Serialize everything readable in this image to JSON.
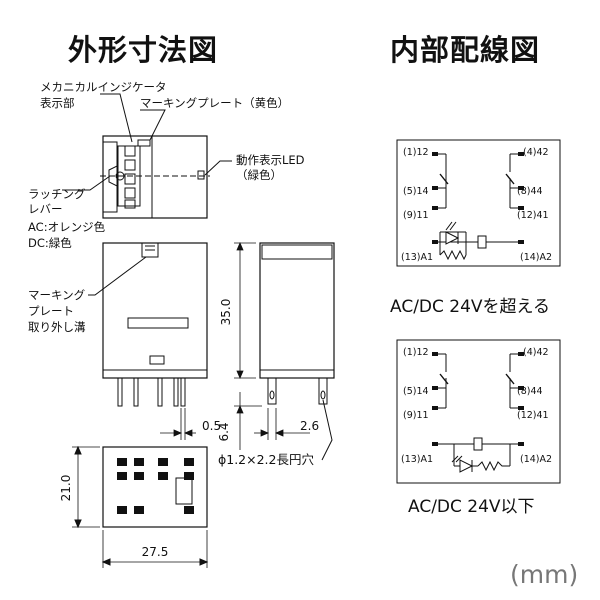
{
  "titles": {
    "outline": "外形寸法図",
    "internal": "内部配線図"
  },
  "labels": {
    "indicator_line1": "メカニカルインジケータ",
    "indicator_line2": "表示部",
    "marking_plate_top": "マーキングプレート（黄色）",
    "led_line1": "動作表示LED",
    "led_line2": "（緑色）",
    "latch_line1": "ラッチング",
    "latch_line2": "レバー",
    "latch_ac": "AC:オレンジ色",
    "latch_dc": "DC:緑色",
    "plate_groove_line1": "マーキング",
    "plate_groove_line2": "プレート",
    "plate_groove_line3": "取り外し溝",
    "hole": "ϕ1.2×2.2長円穴"
  },
  "dimensions": {
    "height": "35.0",
    "gap": "0.5",
    "pin_len": "6.4",
    "pin_pitch": "2.6",
    "depth": "21.0",
    "width": "27.5"
  },
  "terminals": {
    "t12": "(1)12",
    "t14": "(5)14",
    "t11": "(9)11",
    "t42": "(4)42",
    "t44": "(8)44",
    "t41": "(12)41",
    "a1": "(13)A1",
    "a2": "(14)A2"
  },
  "captions": {
    "over24": "AC/DC 24Vを超える",
    "under24": "AC/DC 24V以下"
  },
  "unit": "(mm)",
  "colors": {
    "line": "#111111",
    "unit": "#777777"
  }
}
